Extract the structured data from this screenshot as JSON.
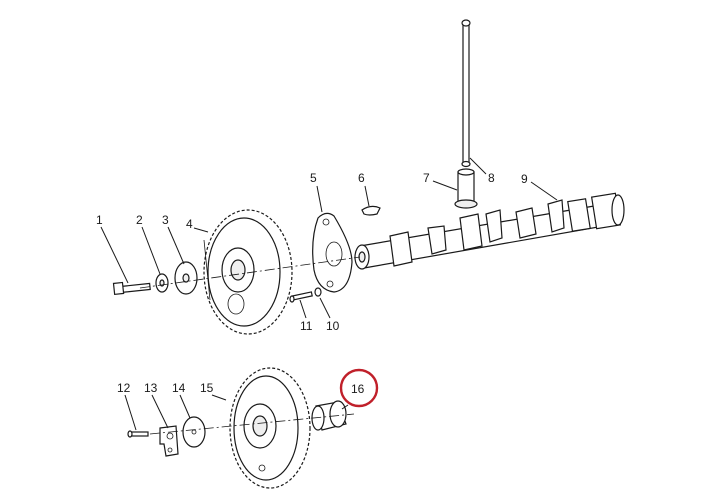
{
  "parts": [
    {
      "number": "1"
    },
    {
      "number": "2"
    },
    {
      "number": "3"
    },
    {
      "number": "4"
    },
    {
      "number": "5"
    },
    {
      "number": "6"
    },
    {
      "number": "7"
    },
    {
      "number": "8"
    },
    {
      "number": "9"
    },
    {
      "number": "10"
    },
    {
      "number": "11"
    },
    {
      "number": "12"
    },
    {
      "number": "13"
    },
    {
      "number": "14"
    },
    {
      "number": "15"
    },
    {
      "number": "16"
    }
  ],
  "highlight": {
    "part": "16",
    "ring_color": "#c0202a",
    "fill_color": "#f5e020"
  },
  "line_color": "#1a1a1a",
  "background": "#ffffff"
}
